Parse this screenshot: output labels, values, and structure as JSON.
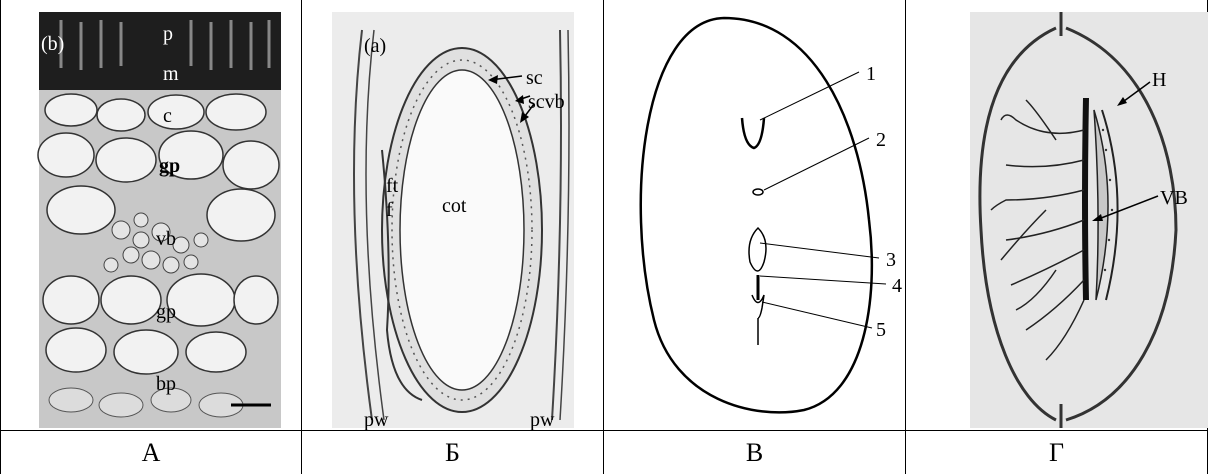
{
  "panels": [
    {
      "caption": "А",
      "tag": "(b)",
      "labels": [
        "p",
        "m",
        "c",
        "gp",
        "vb",
        "gp",
        "bp"
      ]
    },
    {
      "caption": "Б",
      "tag": "(a)",
      "labels": [
        "sc",
        "scvb",
        "ft",
        "f",
        "cot",
        "pw",
        "pw"
      ]
    },
    {
      "caption": "В",
      "labels": [
        "1",
        "2",
        "3",
        "4",
        "5"
      ]
    },
    {
      "caption": "Г",
      "labels": [
        "H",
        "VB"
      ]
    }
  ]
}
